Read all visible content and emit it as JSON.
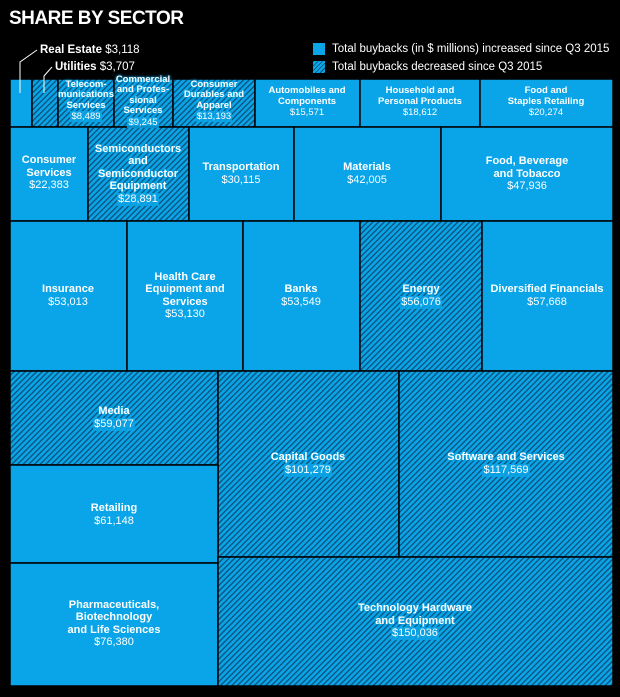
{
  "title": "SHARE BY SECTOR",
  "legend": {
    "increased": "Total buybacks (in $ millions) increased since Q3 2015",
    "decreased": "Total buybacks decreased since Q3 2015"
  },
  "colors": {
    "fill": "#0aa5e8",
    "border": "#000000",
    "background": "#000000",
    "text": "#ffffff"
  },
  "chart_data": {
    "type": "treemap",
    "title": "SHARE BY SECTOR",
    "unit": "$ millions",
    "series": [
      {
        "name": "Real Estate",
        "label": "Real Estate",
        "value_label": "$3,118",
        "value": 3118,
        "trend": "increased",
        "callout": true
      },
      {
        "name": "Utilities",
        "label": "Utilities",
        "value_label": "$3,707",
        "value": 3707,
        "trend": "decreased",
        "callout": true
      },
      {
        "name": "Telecommunications Services",
        "label": "Telecom-\nmunications\nServices",
        "value_label": "$8,489",
        "value": 8489,
        "trend": "decreased"
      },
      {
        "name": "Commercial and Professional Services",
        "label": "Commercial\nand Profes-\nsional Services",
        "value_label": "$9,245",
        "value": 9245,
        "trend": "decreased"
      },
      {
        "name": "Consumer Durables and Apparel",
        "label": "Consumer\nDurables and\nApparel",
        "value_label": "$13,193",
        "value": 13193,
        "trend": "decreased"
      },
      {
        "name": "Automobiles and Components",
        "label": "Automobiles and\nComponents",
        "value_label": "$15,571",
        "value": 15571,
        "trend": "increased"
      },
      {
        "name": "Household and Personal Products",
        "label": "Household and\nPersonal Products",
        "value_label": "$18,612",
        "value": 18612,
        "trend": "increased"
      },
      {
        "name": "Food and Staples Retailing",
        "label": "Food and\nStaples Retailing",
        "value_label": "$20,274",
        "value": 20274,
        "trend": "increased"
      },
      {
        "name": "Consumer Services",
        "label": "Consumer\nServices",
        "value_label": "$22,383",
        "value": 22383,
        "trend": "increased"
      },
      {
        "name": "Semiconductors and Semiconductor Equipment",
        "label": "Semiconductors\nand\nSemiconductor\nEquipment",
        "value_label": "$28,891",
        "value": 28891,
        "trend": "decreased"
      },
      {
        "name": "Transportation",
        "label": "Transportation",
        "value_label": "$30,115",
        "value": 30115,
        "trend": "increased"
      },
      {
        "name": "Materials",
        "label": "Materials",
        "value_label": "$42,005",
        "value": 42005,
        "trend": "increased"
      },
      {
        "name": "Food, Beverage and Tobacco",
        "label": "Food, Beverage\nand Tobacco",
        "value_label": "$47,936",
        "value": 47936,
        "trend": "increased"
      },
      {
        "name": "Insurance",
        "label": "Insurance",
        "value_label": "$53,013",
        "value": 53013,
        "trend": "increased"
      },
      {
        "name": "Health Care Equipment and Services",
        "label": "Health Care\nEquipment and\nServices",
        "value_label": "$53,130",
        "value": 53130,
        "trend": "increased"
      },
      {
        "name": "Banks",
        "label": "Banks",
        "value_label": "$53,549",
        "value": 53549,
        "trend": "increased"
      },
      {
        "name": "Energy",
        "label": "Energy",
        "value_label": "$56,076",
        "value": 56076,
        "trend": "decreased"
      },
      {
        "name": "Diversified Financials",
        "label": "Diversified Financials",
        "value_label": "$57,668",
        "value": 57668,
        "trend": "increased"
      },
      {
        "name": "Media",
        "label": "Media",
        "value_label": "$59,077",
        "value": 59077,
        "trend": "decreased"
      },
      {
        "name": "Capital Goods",
        "label": "Capital Goods",
        "value_label": "$101,279",
        "value": 101279,
        "trend": "decreased"
      },
      {
        "name": "Software and Services",
        "label": "Software and Services",
        "value_label": "$117,569",
        "value": 117569,
        "trend": "decreased"
      },
      {
        "name": "Retailing",
        "label": "Retailing",
        "value_label": "$61,148",
        "value": 61148,
        "trend": "increased"
      },
      {
        "name": "Pharmaceuticals, Biotechnology and Life Sciences",
        "label": "Pharmaceuticals,\nBiotechnology\nand Life Sciences",
        "value_label": "$76,380",
        "value": 76380,
        "trend": "increased"
      },
      {
        "name": "Technology Hardware and Equipment",
        "label": "Technology Hardware\nand Equipment",
        "value_label": "$150,036",
        "value": 150036,
        "trend": "decreased"
      }
    ]
  }
}
